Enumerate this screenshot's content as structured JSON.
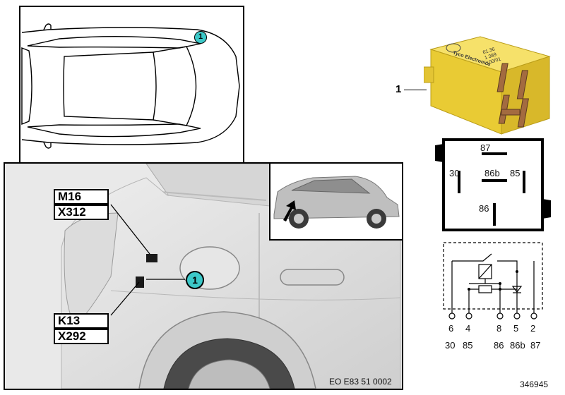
{
  "top_view": {
    "callout": "1"
  },
  "detail_view": {
    "labels": [
      "M16",
      "X312",
      "K13",
      "X292"
    ],
    "callout": "1",
    "reference": "EO E83 51 0002"
  },
  "part": {
    "callout": "1",
    "relay_markings": [
      "61.36",
      "1 389",
      "100/01",
      "Tyco",
      "Electronics"
    ]
  },
  "pinout": {
    "pins": [
      "87",
      "30",
      "86b",
      "85",
      "86"
    ]
  },
  "schematic": {
    "terminals": [
      "6",
      "4",
      "8",
      "5",
      "2"
    ],
    "terminal_names": [
      "30",
      "85",
      "86",
      "86b",
      "87"
    ]
  },
  "drawing_number": "346945",
  "colors": {
    "callout": "#3cc8c8",
    "relay_body": "#f2d94e"
  }
}
